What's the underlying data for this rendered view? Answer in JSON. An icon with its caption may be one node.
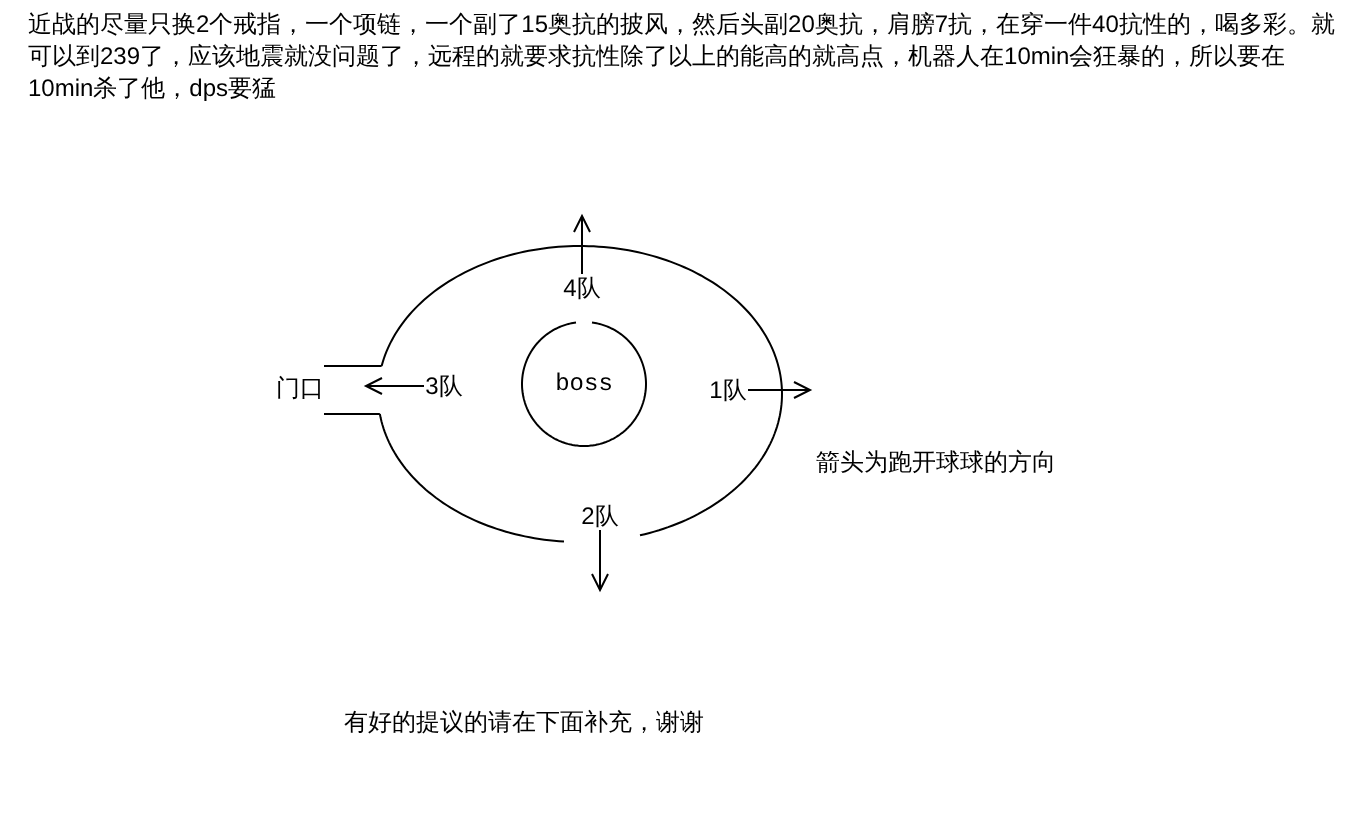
{
  "diagram": {
    "nodes": [
      {
        "text": [],
        "shape": "ellipse"
      },
      {
        "text": [
          "4队"
        ],
        "in": 0
      },
      {
        "text": [
          "3队"
        ],
        "in": 0
      },
      {
        "text": [
          "boss"
        ],
        "in": 0
      },
      {
        "text": [
          "1队"
        ],
        "in": 0
      },
      {
        "text": [
          "2队"
        ],
        "in": 0
      }
    ],
    "edges": [
      {
        "from": 1,
        "to": null,
        "arrow": "to"
      },
      {
        "from": 2,
        "to": null,
        "arrow": "to"
      },
      {
        "from": 4,
        "to": null,
        "arrow": "to"
      },
      {
        "from": 5,
        "to": null,
        "arrow": "to"
      }
    ],
    "labels": [
      "近战的尽量只换2个戒指，一个项链，一个副了15奥抗的披风，然后头副20奥抗，肩膀7抗，在穿一件40抗性的，喝多彩。就可以到239了，应该地震就没问题了，远程的就要求抗性除了以上的能高的就高点，机器人在10min会狂暴的，所以要在10min杀了他，dps要猛",
      "门口",
      "箭头为跑开球球的方向",
      "有好的提议的请在下面补充，谢谢"
    ]
  }
}
